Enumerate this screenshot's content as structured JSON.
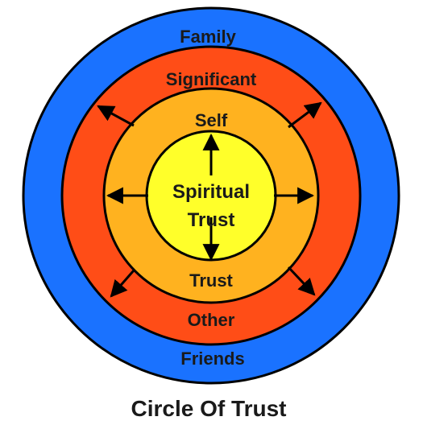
{
  "diagram": {
    "caption": "Circle Of Trust",
    "rings": {
      "outer": {
        "top_label": "Family",
        "bottom_label": "Friends",
        "color": "#1a72ff"
      },
      "second": {
        "top_label": "Significant",
        "bottom_label": "Other",
        "color": "#ff4d17"
      },
      "third": {
        "top_label": "Self",
        "bottom_label": "Trust",
        "color": "#ffb21f"
      },
      "core": {
        "line1": "Spiritual",
        "line2": "Trust",
        "color": "#ffff2a"
      }
    },
    "outline_color": "#000000"
  }
}
